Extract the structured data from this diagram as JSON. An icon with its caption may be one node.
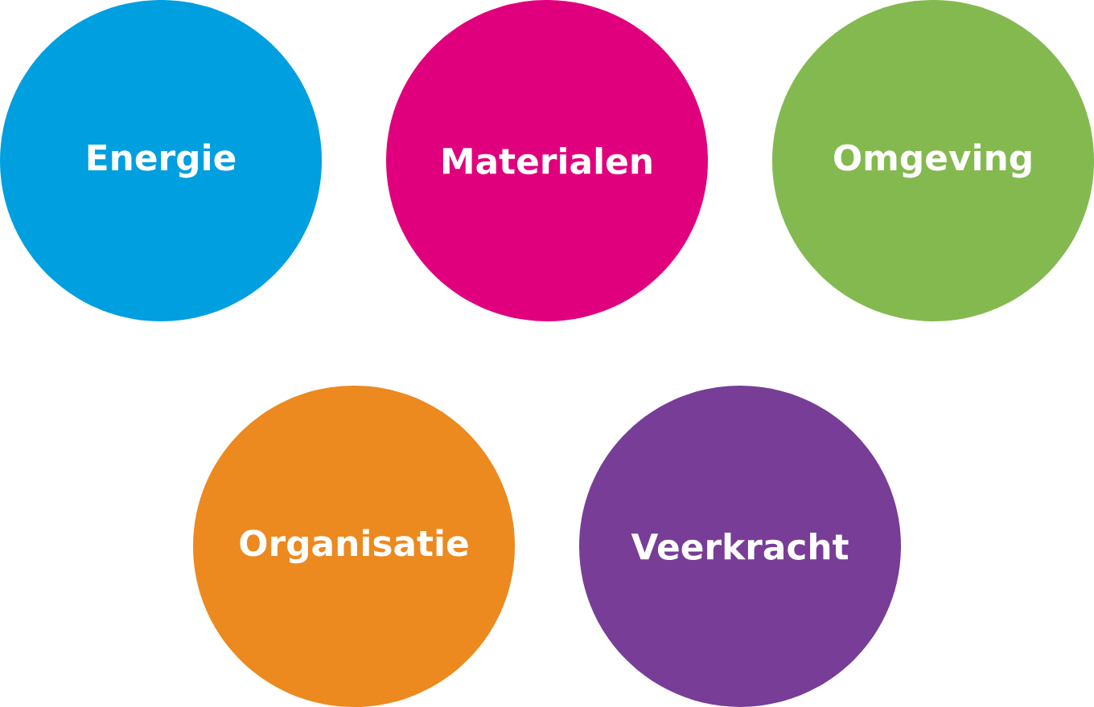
{
  "diagram": {
    "nodes": [
      {
        "text": [
          "Energie"
        ]
      },
      {
        "text": [
          "Materialen"
        ]
      },
      {
        "text": [
          "Omgeving"
        ]
      },
      {
        "text": [
          "Organisatie"
        ]
      },
      {
        "text": [
          "Veerkracht"
        ]
      }
    ]
  }
}
